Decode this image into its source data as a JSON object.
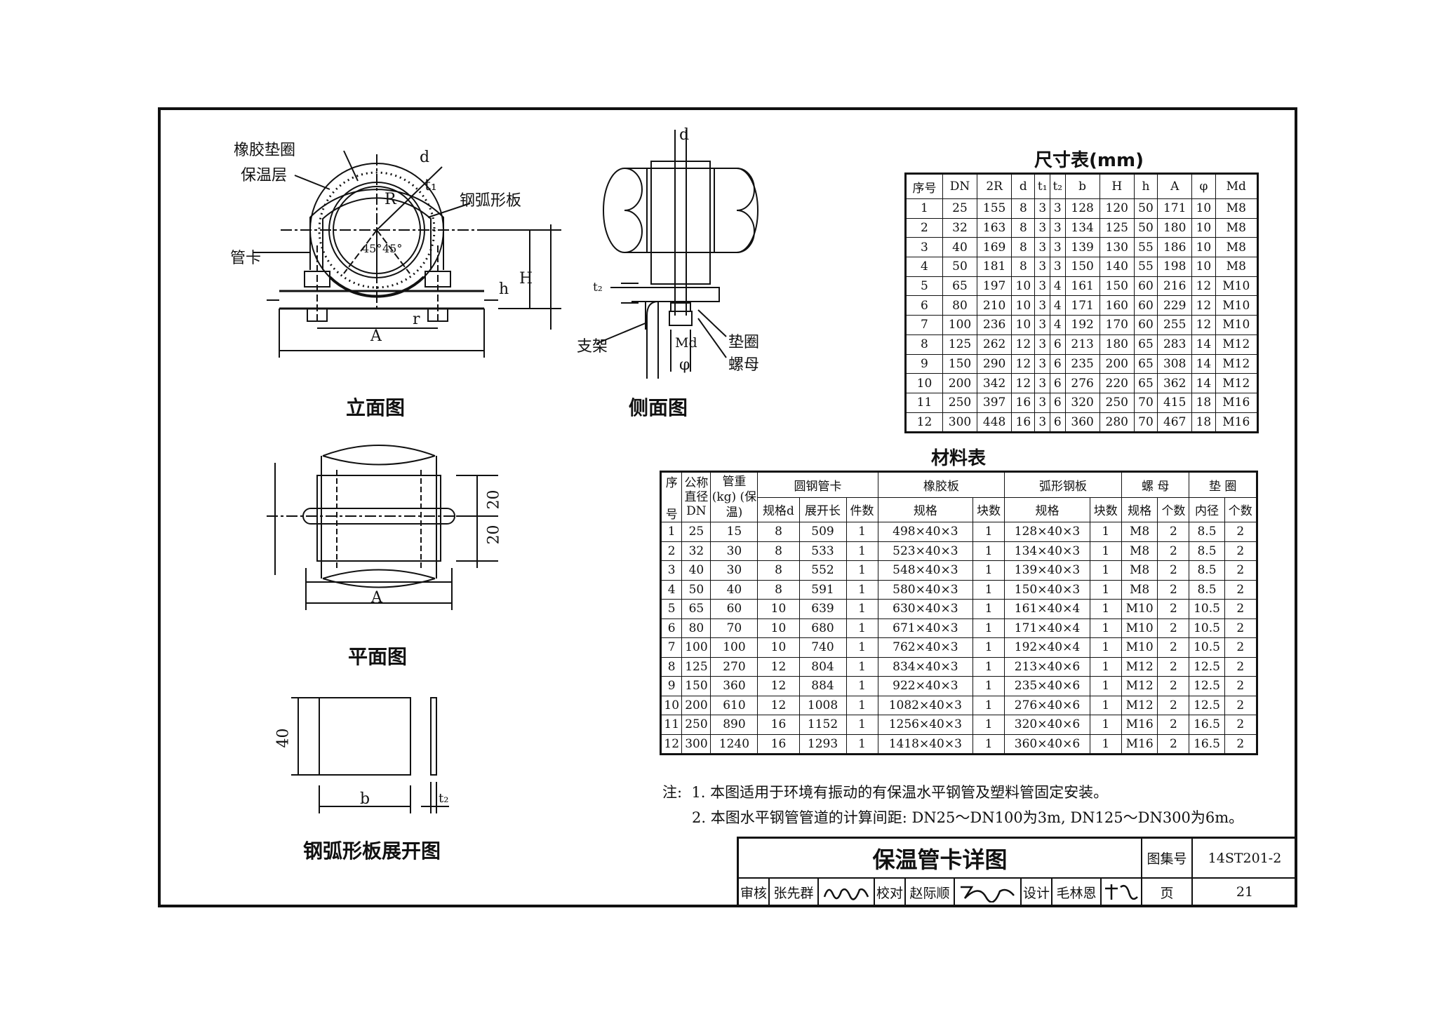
{
  "views": {
    "elevation": {
      "title": "立面图",
      "labels": {
        "rubber_gasket": "橡胶垫圈",
        "insulation": "保温层",
        "clamp": "管卡",
        "steel_arc_plate": "钢弧形板",
        "d": "d",
        "t1": "t₁",
        "R": "R",
        "angle1": "45°",
        "angle2": "45°",
        "h": "h",
        "H": "H",
        "A": "A",
        "r": "r"
      }
    },
    "side": {
      "title": "侧面图",
      "labels": {
        "d": "d",
        "t2": "t₂",
        "support": "支架",
        "washer": "垫圈",
        "nut": "螺母",
        "Md": "Md",
        "phi": "φ"
      }
    },
    "plan": {
      "title": "平面图",
      "labels": {
        "dim20a": "20",
        "dim20b": "20",
        "A": "A"
      }
    },
    "unfold": {
      "title": "钢弧形板展开图",
      "labels": {
        "dim40": "40",
        "b": "b",
        "t2": "t₂"
      }
    }
  },
  "dimension_table": {
    "title": "尺寸表(mm)",
    "headers": [
      "序号",
      "DN",
      "2R",
      "d",
      "t₁",
      "t₂",
      "b",
      "H",
      "h",
      "A",
      "φ",
      "Md"
    ],
    "rows": [
      [
        "1",
        "25",
        "155",
        "8",
        "3",
        "3",
        "128",
        "120",
        "50",
        "171",
        "10",
        "M8"
      ],
      [
        "2",
        "32",
        "163",
        "8",
        "3",
        "3",
        "134",
        "125",
        "50",
        "180",
        "10",
        "M8"
      ],
      [
        "3",
        "40",
        "169",
        "8",
        "3",
        "3",
        "139",
        "130",
        "55",
        "186",
        "10",
        "M8"
      ],
      [
        "4",
        "50",
        "181",
        "8",
        "3",
        "3",
        "150",
        "140",
        "55",
        "198",
        "10",
        "M8"
      ],
      [
        "5",
        "65",
        "197",
        "10",
        "3",
        "4",
        "161",
        "150",
        "60",
        "216",
        "12",
        "M10"
      ],
      [
        "6",
        "80",
        "210",
        "10",
        "3",
        "4",
        "171",
        "160",
        "60",
        "229",
        "12",
        "M10"
      ],
      [
        "7",
        "100",
        "236",
        "10",
        "3",
        "4",
        "192",
        "170",
        "60",
        "255",
        "12",
        "M10"
      ],
      [
        "8",
        "125",
        "262",
        "12",
        "3",
        "6",
        "213",
        "180",
        "65",
        "283",
        "14",
        "M12"
      ],
      [
        "9",
        "150",
        "290",
        "12",
        "3",
        "6",
        "235",
        "200",
        "65",
        "308",
        "14",
        "M12"
      ],
      [
        "10",
        "200",
        "342",
        "12",
        "3",
        "6",
        "276",
        "220",
        "65",
        "362",
        "14",
        "M12"
      ],
      [
        "11",
        "250",
        "397",
        "16",
        "3",
        "6",
        "320",
        "250",
        "70",
        "415",
        "18",
        "M16"
      ],
      [
        "12",
        "300",
        "448",
        "16",
        "3",
        "6",
        "360",
        "280",
        "70",
        "467",
        "18",
        "M16"
      ]
    ]
  },
  "material_table": {
    "title": "材料表",
    "head": {
      "seq_top": "序",
      "seq_bottom": "号",
      "dn": "公称直径 DN",
      "weight": "管重 (kg) (保温)",
      "clamp_group": "圆钢管卡",
      "rubber_group": "橡胶板",
      "arc_group": "弧形钢板",
      "nut_group": "螺 母",
      "washer_group": "垫 圈",
      "clamp_spec": "规格d",
      "clamp_len": "展开长",
      "clamp_qty": "件数",
      "rubber_spec": "规格",
      "rubber_qty": "块数",
      "arc_spec": "规格",
      "arc_qty": "块数",
      "nut_spec": "规格",
      "nut_qty": "个数",
      "washer_id": "内径",
      "washer_qty": "个数"
    },
    "rows": [
      [
        "1",
        "25",
        "15",
        "8",
        "509",
        "1",
        "498×40×3",
        "1",
        "128×40×3",
        "1",
        "M8",
        "2",
        "8.5",
        "2"
      ],
      [
        "2",
        "32",
        "30",
        "8",
        "533",
        "1",
        "523×40×3",
        "1",
        "134×40×3",
        "1",
        "M8",
        "2",
        "8.5",
        "2"
      ],
      [
        "3",
        "40",
        "30",
        "8",
        "552",
        "1",
        "548×40×3",
        "1",
        "139×40×3",
        "1",
        "M8",
        "2",
        "8.5",
        "2"
      ],
      [
        "4",
        "50",
        "40",
        "8",
        "591",
        "1",
        "580×40×3",
        "1",
        "150×40×3",
        "1",
        "M8",
        "2",
        "8.5",
        "2"
      ],
      [
        "5",
        "65",
        "60",
        "10",
        "639",
        "1",
        "630×40×3",
        "1",
        "161×40×4",
        "1",
        "M10",
        "2",
        "10.5",
        "2"
      ],
      [
        "6",
        "80",
        "70",
        "10",
        "680",
        "1",
        "671×40×3",
        "1",
        "171×40×4",
        "1",
        "M10",
        "2",
        "10.5",
        "2"
      ],
      [
        "7",
        "100",
        "100",
        "10",
        "740",
        "1",
        "762×40×3",
        "1",
        "192×40×4",
        "1",
        "M10",
        "2",
        "10.5",
        "2"
      ],
      [
        "8",
        "125",
        "270",
        "12",
        "804",
        "1",
        "834×40×3",
        "1",
        "213×40×6",
        "1",
        "M12",
        "2",
        "12.5",
        "2"
      ],
      [
        "9",
        "150",
        "360",
        "12",
        "884",
        "1",
        "922×40×3",
        "1",
        "235×40×6",
        "1",
        "M12",
        "2",
        "12.5",
        "2"
      ],
      [
        "10",
        "200",
        "610",
        "12",
        "1008",
        "1",
        "1082×40×3",
        "1",
        "276×40×6",
        "1",
        "M12",
        "2",
        "12.5",
        "2"
      ],
      [
        "11",
        "250",
        "890",
        "16",
        "1152",
        "1",
        "1256×40×3",
        "1",
        "320×40×6",
        "1",
        "M16",
        "2",
        "16.5",
        "2"
      ],
      [
        "12",
        "300",
        "1240",
        "16",
        "1293",
        "1",
        "1418×40×3",
        "1",
        "360×40×6",
        "1",
        "M16",
        "2",
        "16.5",
        "2"
      ]
    ]
  },
  "notes": {
    "prefix": "注:",
    "items": [
      "1. 本图适用于环境有振动的有保温水平钢管及塑料管固定安装。",
      "2. 本图水平钢管管道的计算间距: DN25～DN100为3m, DN125～DN300为6m。"
    ]
  },
  "title_block": {
    "title": "保温管卡详图",
    "atlas_label": "图集号",
    "atlas_no": "14ST201-2",
    "review_label": "审核",
    "reviewer": "张先群",
    "check_label": "校对",
    "checker": "赵际顺",
    "design_label": "设计",
    "designer": "毛林恩",
    "page_label": "页",
    "page_no": "21"
  }
}
